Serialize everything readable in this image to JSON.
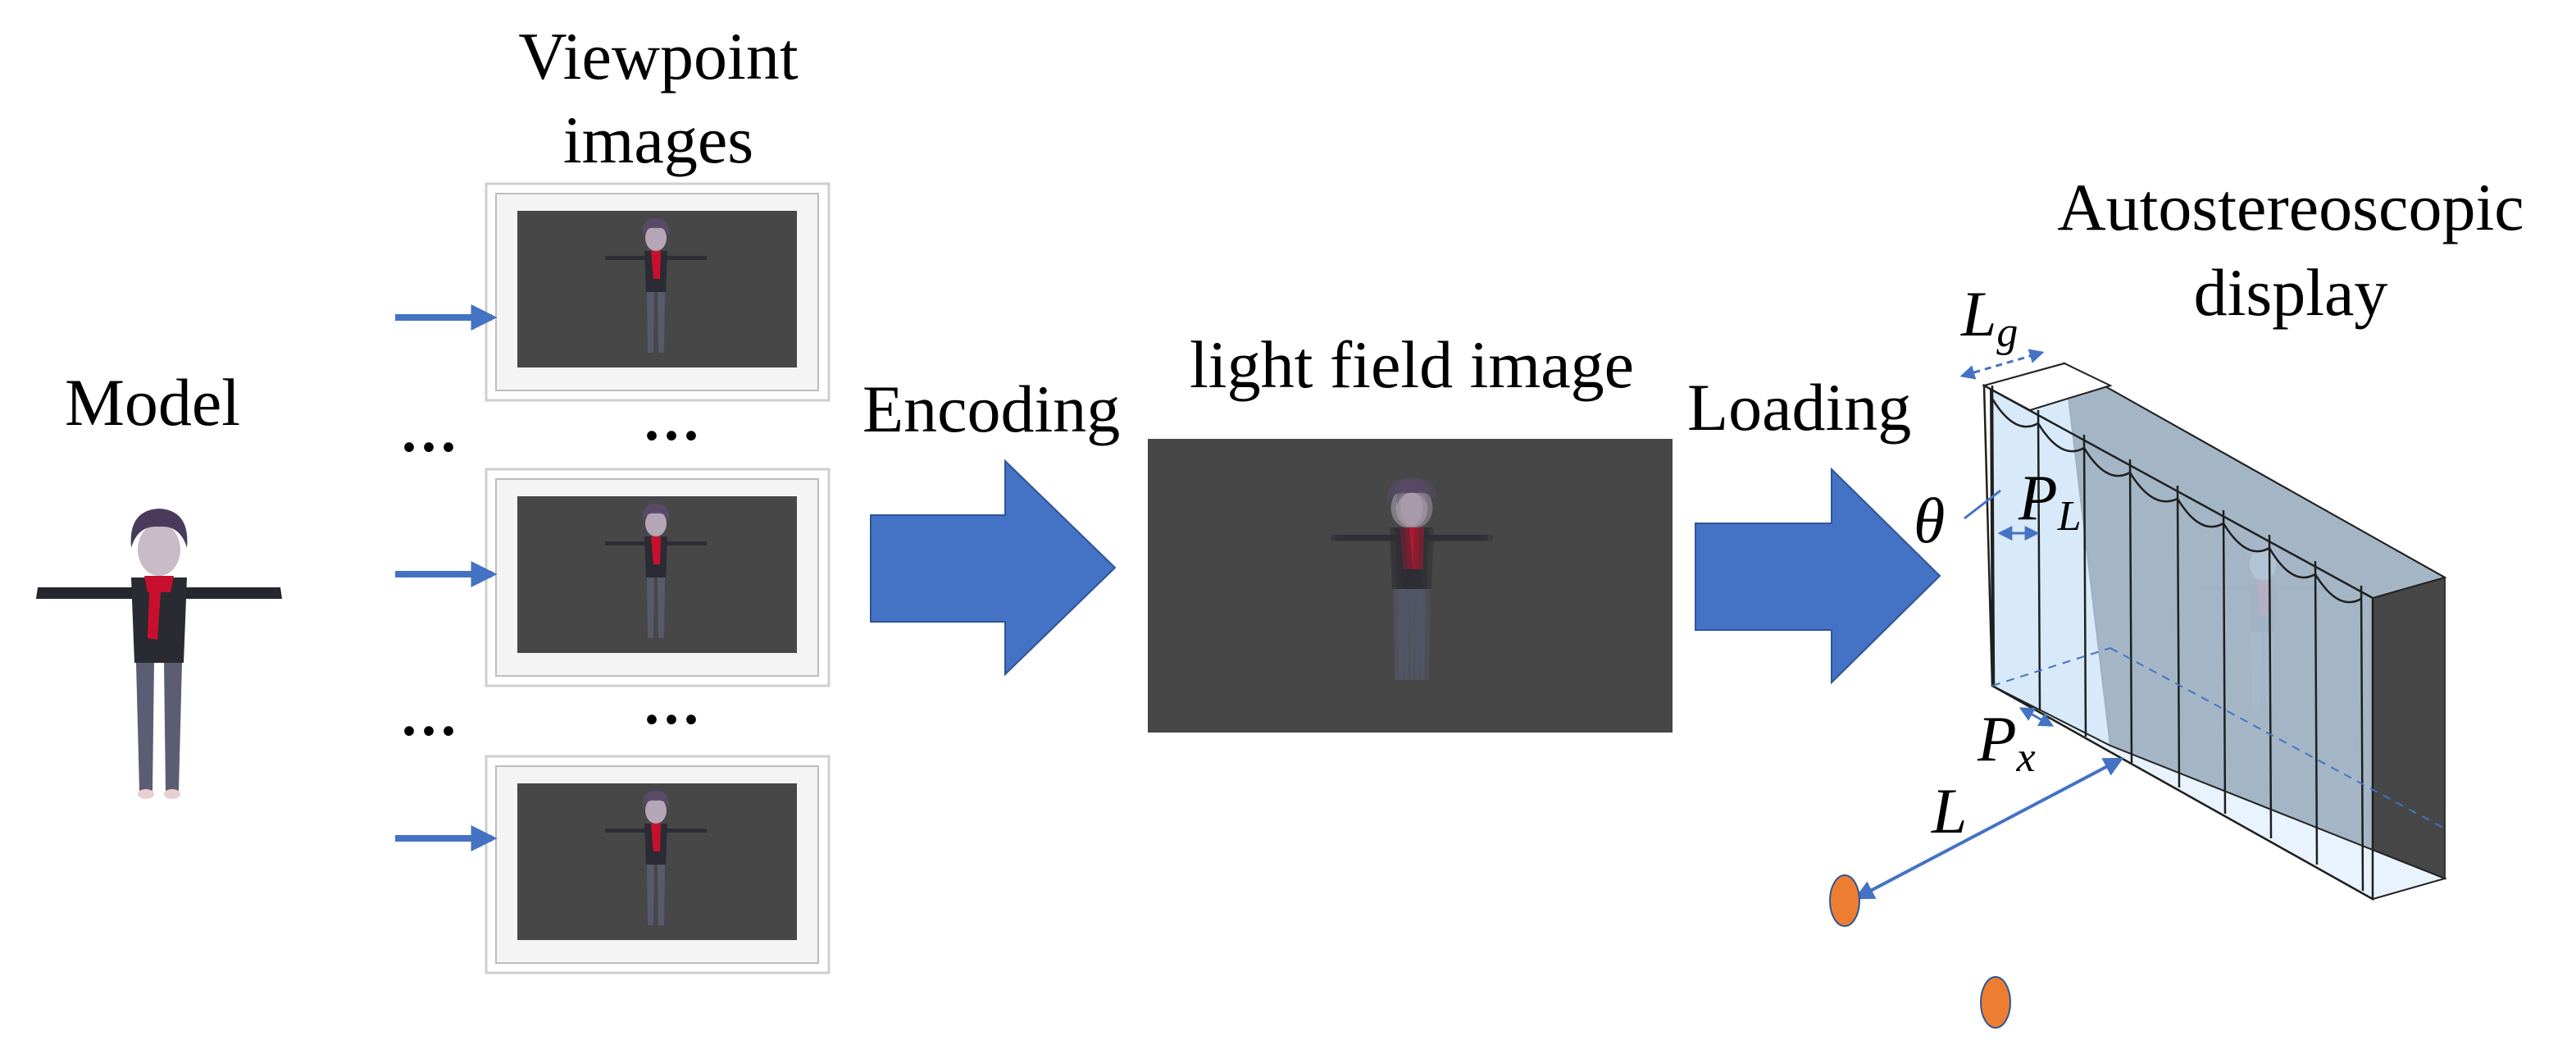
{
  "labels": {
    "model": "Model",
    "viewpoint_line1": "Viewpoint",
    "viewpoint_line2": "images",
    "encoding": "Encoding",
    "light_field": "light field image",
    "loading": "Loading",
    "display_line1": "Autostereoscopic",
    "display_line2": "display",
    "ellipsis": "..."
  },
  "symbols": {
    "lens_gap": "L",
    "lens_gap_sub": "g",
    "pitch_lens": "P",
    "pitch_lens_sub": "L",
    "pitch_pixel": "P",
    "pitch_pixel_sub": "x",
    "viewing_distance": "L",
    "angle": "θ"
  },
  "colors": {
    "arrow_blue": "#4472c4",
    "panel_grey": "#474747",
    "lens_fill": "#c9e2f8",
    "eye_orange": "#ed7d31",
    "scarf_red": "#c8102e"
  }
}
